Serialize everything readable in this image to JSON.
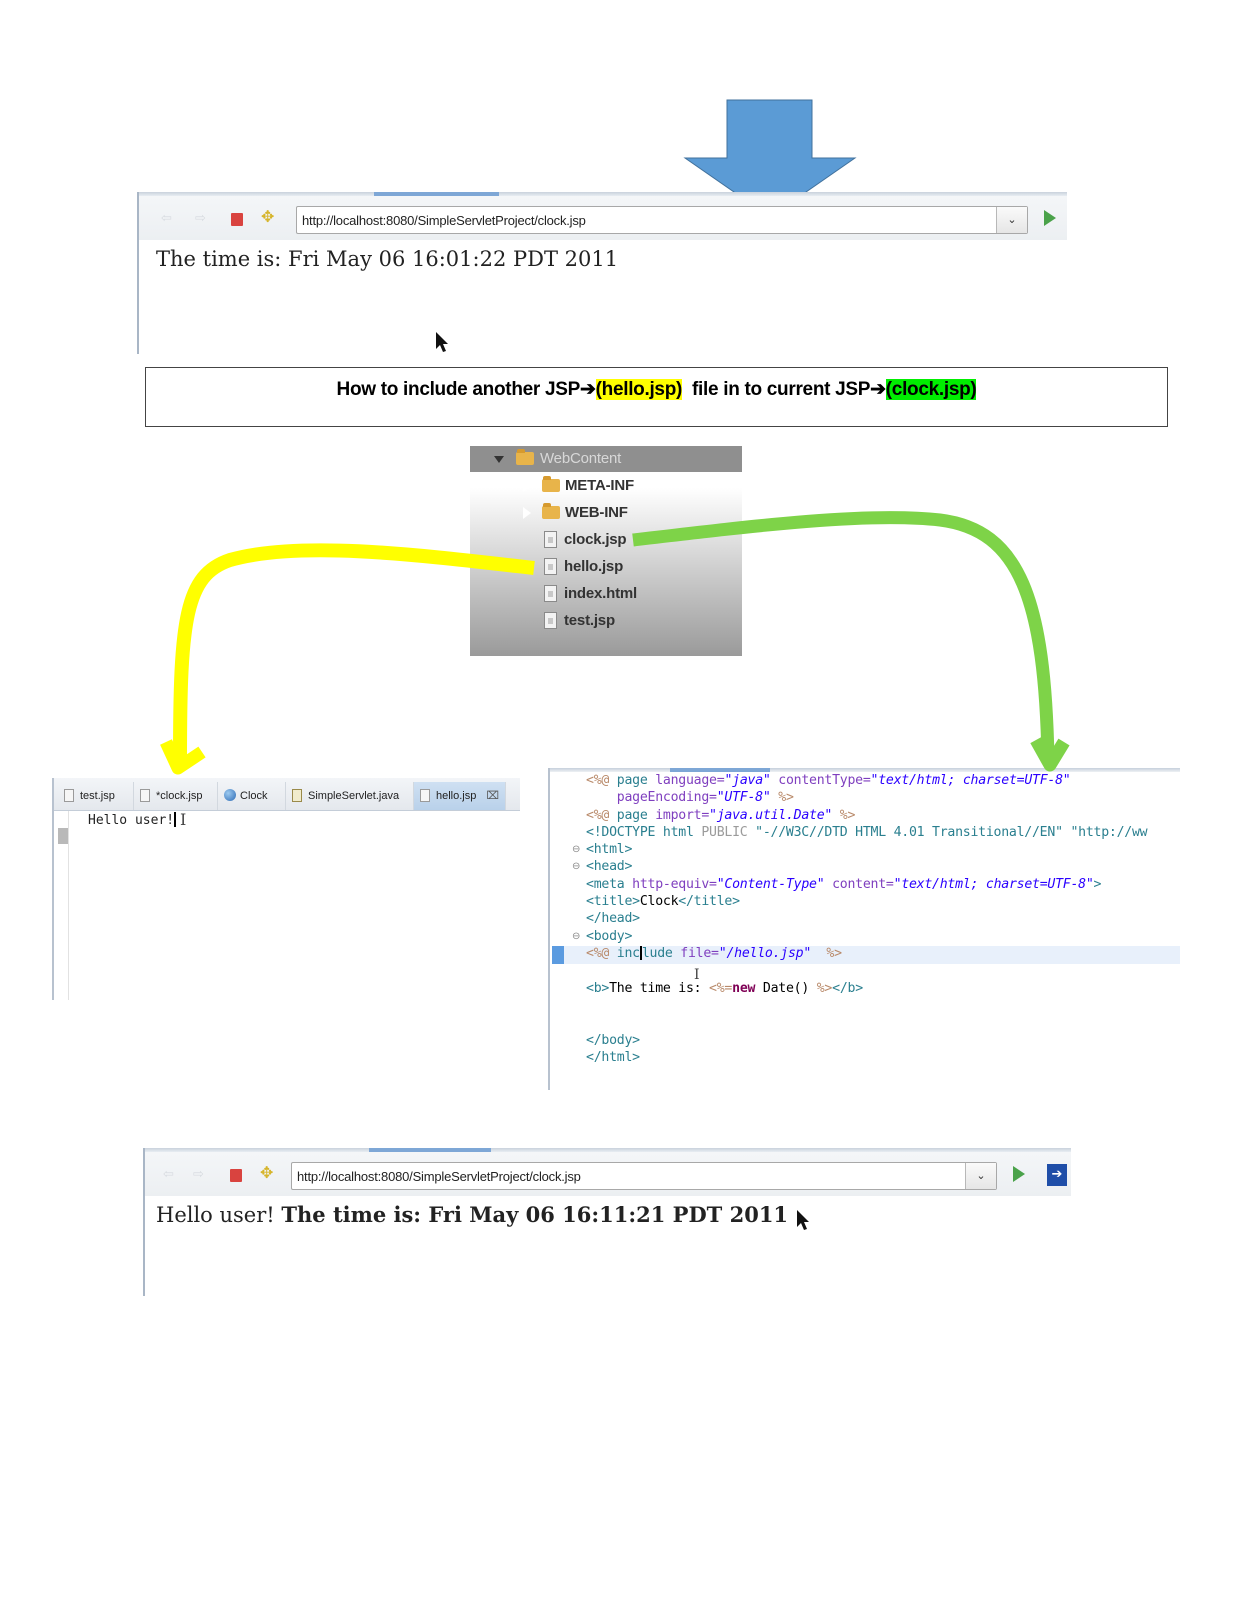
{
  "annotations": {
    "down_arrow_color": "#5b9bd5",
    "yellow_arrow_color": "#ffff00",
    "green_arrow_color": "#7ed348"
  },
  "browser_before": {
    "url": "http://localhost:8080/SimpleServletProject/clock.jsp",
    "toolbar": {
      "back_icon": "back-arrow-icon",
      "forward_icon": "forward-arrow-icon",
      "stop_icon": "stop-icon",
      "refresh_icon": "refresh-icon",
      "dropdown_icon": "chevron-down-icon",
      "go_icon": "go-play-icon",
      "back_glyph": "⇦",
      "forward_glyph": "⇨",
      "refresh_glyph": "✥",
      "dropdown_glyph": "⌄"
    },
    "content": "The time is: Fri May 06 16:01:22 PDT 2011"
  },
  "caption": {
    "part1": "How to include another JSP",
    "arrow1": "➔",
    "file1": "(hello.jsp)",
    "part2": "  file in to current JSP",
    "arrow2": "➔",
    "file2": "(clock.jsp)",
    "highlight1": "#ffff00",
    "highlight2": "#00ee00"
  },
  "project_tree": {
    "root": "WebContent",
    "items": [
      {
        "label": "META-INF",
        "type": "folder"
      },
      {
        "label": "WEB-INF",
        "type": "folder"
      },
      {
        "label": "clock.jsp",
        "type": "file"
      },
      {
        "label": "hello.jsp",
        "type": "file"
      },
      {
        "label": "index.html",
        "type": "file"
      },
      {
        "label": "test.jsp",
        "type": "file"
      }
    ]
  },
  "editor_hello": {
    "tabs": [
      {
        "label": "test.jsp",
        "icon": "jsp-file-icon"
      },
      {
        "label": "*clock.jsp",
        "icon": "jsp-file-icon"
      },
      {
        "label": "Clock",
        "icon": "globe-icon"
      },
      {
        "label": "SimpleServlet.java",
        "icon": "java-file-icon"
      },
      {
        "label": "hello.jsp",
        "icon": "jsp-file-icon",
        "active": true,
        "close": "⌧"
      }
    ],
    "content": "Hello user!",
    "ibeam": "I"
  },
  "editor_clock": {
    "lines": {
      "l1_a": "<%@",
      "l1_b": " page ",
      "l1_c": "language=",
      "l1_d": "\"java\"",
      "l1_e": " contentType=",
      "l1_f": "\"text/html; charset=UTF-8\"",
      "l2_a": "    pageEncoding=",
      "l2_b": "\"UTF-8\"",
      "l2_c": " %>",
      "l3_a": "<%@",
      "l3_b": " page ",
      "l3_c": "import=",
      "l3_d": "\"java.util.Date\"",
      "l3_e": " %>",
      "l4_a": "<!DOCTYPE html ",
      "l4_b": "PUBLIC ",
      "l4_c": "\"-//W3C//DTD HTML 4.01 Transitional//EN\" \"http://ww",
      "l5": "<html>",
      "l6": "<head>",
      "l7_a": "<meta ",
      "l7_b": "http-equiv=",
      "l7_c": "\"Content-Type\"",
      "l7_d": " content=",
      "l7_e": "\"text/html; charset=UTF-8\"",
      "l7_f": ">",
      "l8_a": "<title>",
      "l8_b": "Clock",
      "l8_c": "</title>",
      "l9": "</head>",
      "l10": "<body>",
      "l11_a": "<%@",
      "l11_b": " inc",
      "l11_c": "lude ",
      "l11_d": "file=",
      "l11_e": "\"/hello.jsp\"",
      "l11_f": "  %>",
      "l12_a": "<b>",
      "l12_b": "The time is: ",
      "l12_c": "<%=",
      "l12_d": "new",
      "l12_e": " Date() ",
      "l12_f": "%>",
      "l12_g": "</b>",
      "l13": "</body>",
      "l14": "</html>"
    },
    "fold_glyph": "⊖"
  },
  "browser_after": {
    "url": "http://localhost:8080/SimpleServletProject/clock.jsp",
    "content_plain": "Hello user! ",
    "content_bold": "The time is: Fri May 06 16:11:21 PDT 2011",
    "extra_icon_glyph": "➔"
  }
}
